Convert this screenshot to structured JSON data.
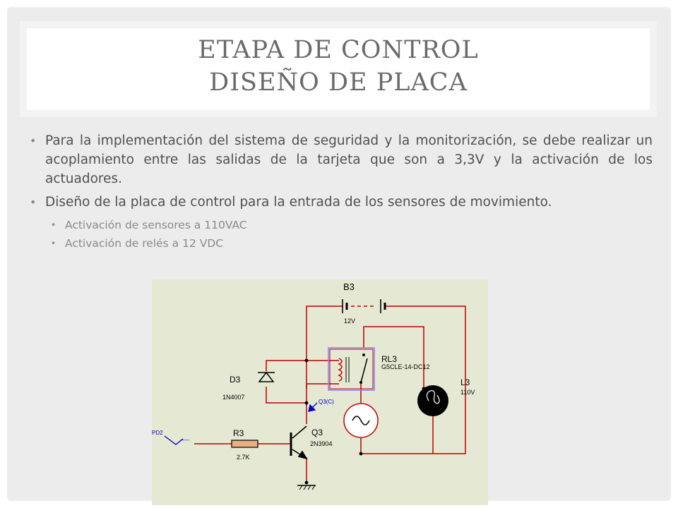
{
  "title": {
    "line1": "ETAPA DE CONTROL",
    "line2": "DISEÑO DE PLACA"
  },
  "bullets": [
    "Para la implementación del sistema de seguridad y la monitorización, se debe realizar un acoplamiento entre las salidas de la tarjeta que son a 3,3V y la activación de los actuadores.",
    "Diseño de la placa de control para la entrada de los sensores de movimiento."
  ],
  "sub_bullets": [
    "Activación de sensores a 110VAC",
    "Activación de relés a 12 VDC"
  ],
  "circuit": {
    "battery_label": "B3",
    "battery_value": "12V",
    "relay_label": "RL3",
    "relay_part": "G5CLE-14-DC12",
    "diode_label": "D3",
    "diode_part": "1N4007",
    "lamp_label": "L3",
    "lamp_value": "110V",
    "transistor_label": "Q3",
    "transistor_part": "2N3904",
    "probe_label": "Q3(C)",
    "resistor_label": "R3",
    "resistor_value": "2.7K",
    "port_label": "PD2",
    "port_dashes": "-----"
  },
  "colors": {
    "title": "#6a6a6a",
    "text": "#505050",
    "sub_text": "#8a8a8a",
    "wire": "#c00000",
    "schematic_bg": "#e5e9d3"
  }
}
